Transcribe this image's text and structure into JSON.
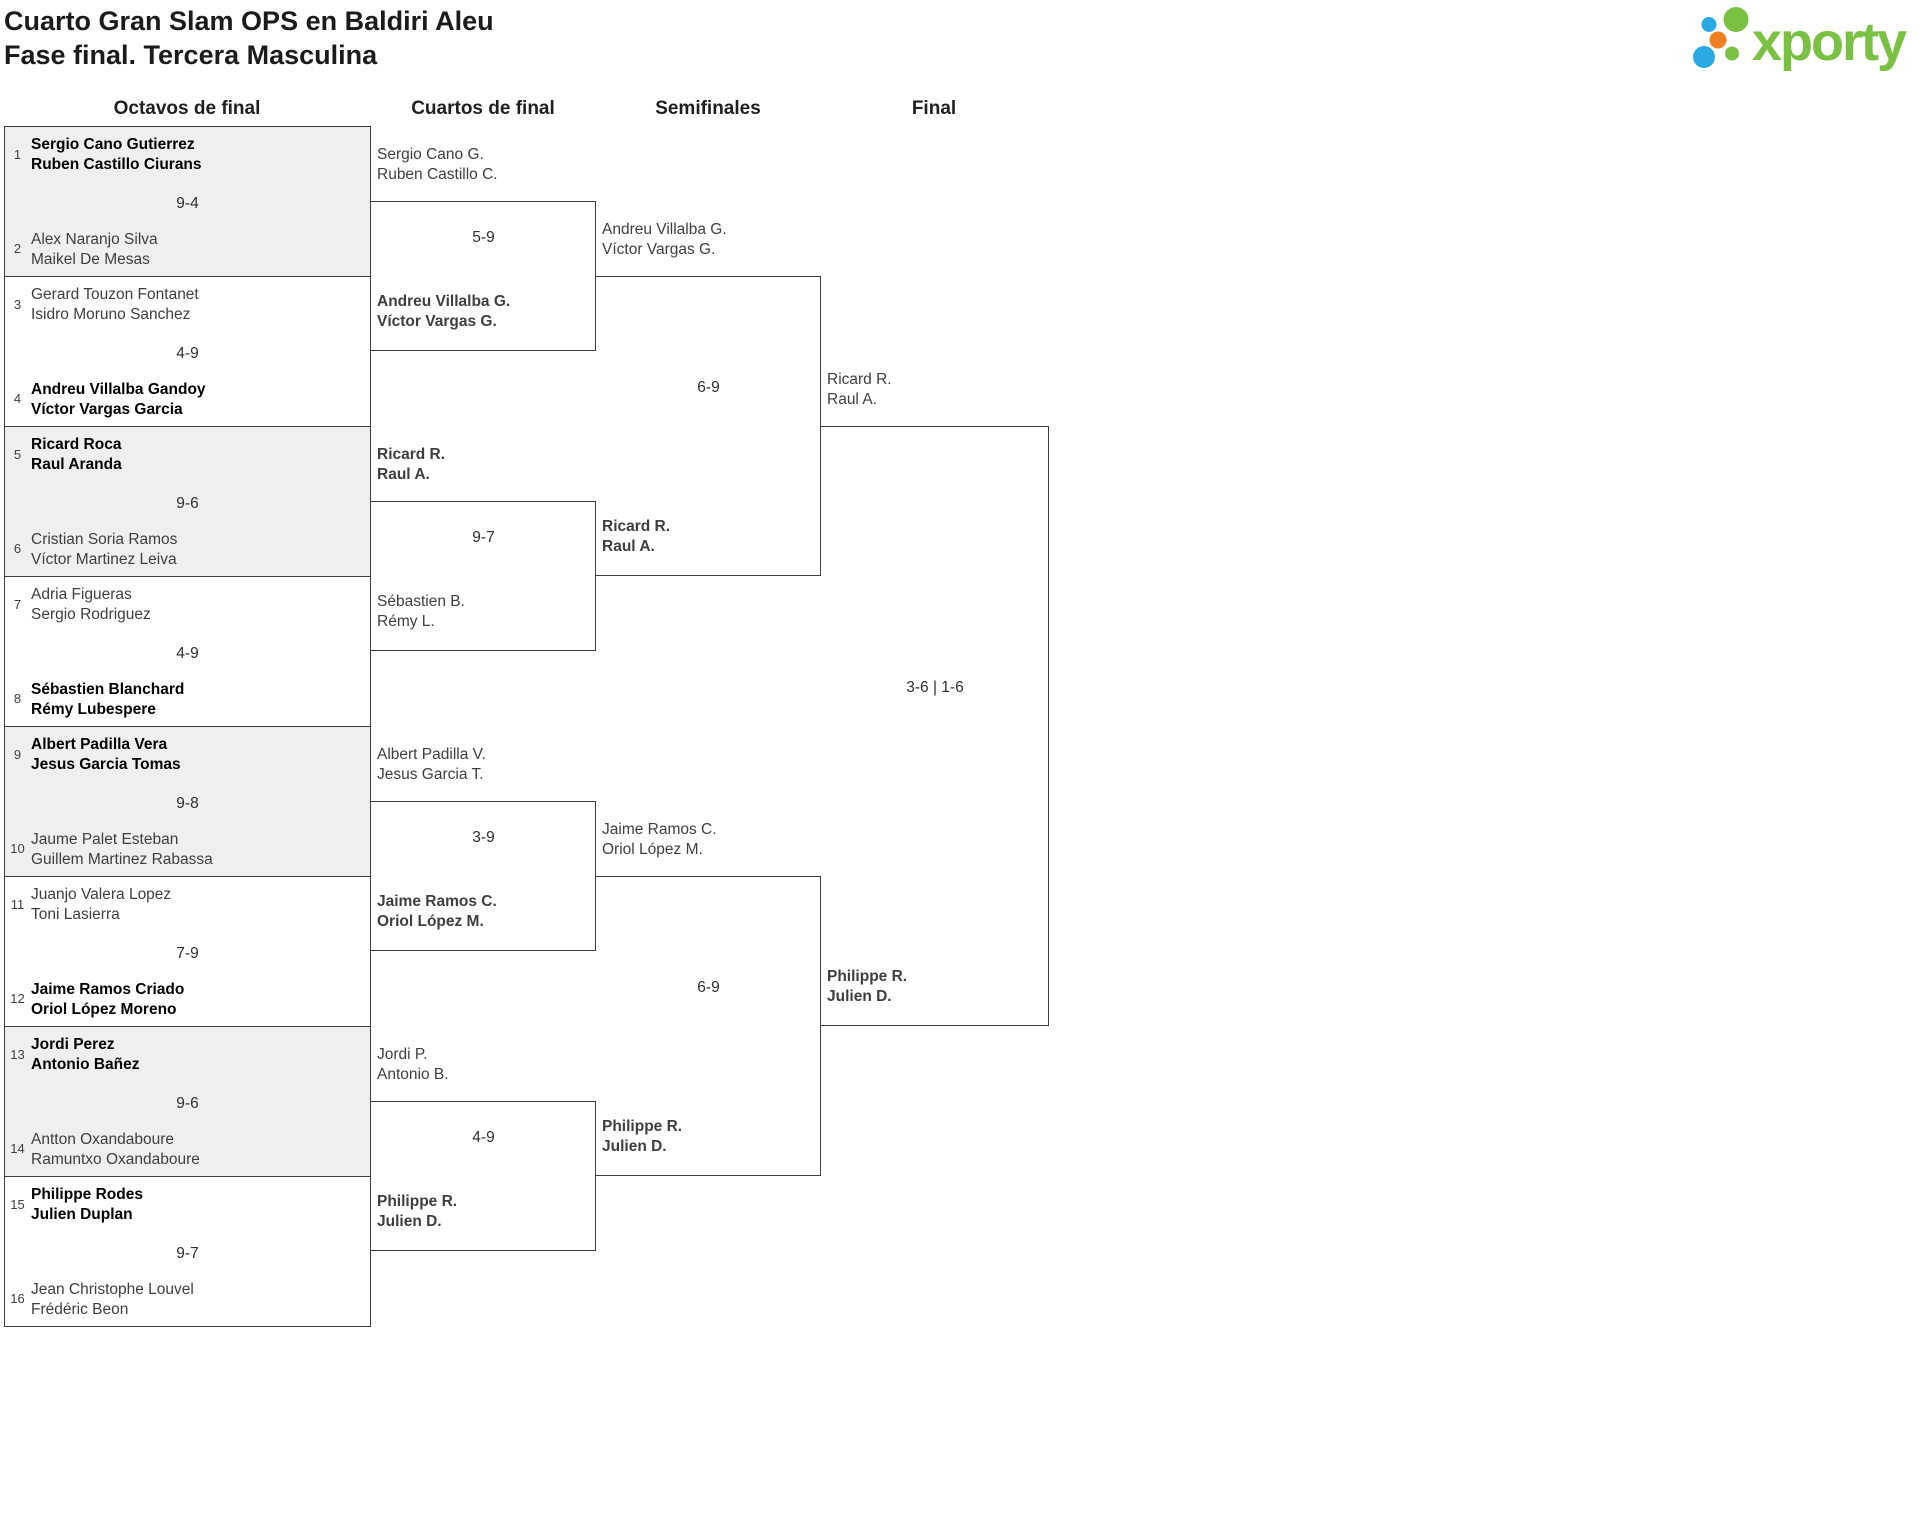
{
  "title": {
    "line1": "Cuarto Gran Slam OPS en Baldiri Aleu",
    "line2": "Fase final. Tercera Masculina"
  },
  "logo": {
    "text": "xporty",
    "colors": {
      "green": "#7AC143",
      "blue": "#29A9E1",
      "orange": "#EF8022"
    }
  },
  "round_headers": [
    "Octavos de final",
    "Cuartos de final",
    "Semifinales",
    "Final"
  ],
  "octavos": [
    {
      "seed_top": "1",
      "top1": "Sergio Cano Gutierrez",
      "top2": "Ruben Castillo Ciurans",
      "score": "9-4",
      "seed_bottom": "2",
      "bot1": "Alex Naranjo Silva",
      "bot2": "Maikel De Mesas",
      "winner": "top"
    },
    {
      "seed_top": "3",
      "top1": "Gerard Touzon Fontanet",
      "top2": "Isidro Moruno Sanchez",
      "score": "4-9",
      "seed_bottom": "4",
      "bot1": "Andreu Villalba Gandoy",
      "bot2": "Víctor Vargas Garcia",
      "winner": "bottom"
    },
    {
      "seed_top": "5",
      "top1": "Ricard Roca",
      "top2": "Raul Aranda",
      "score": "9-6",
      "seed_bottom": "6",
      "bot1": "Cristian Soria Ramos",
      "bot2": "Víctor Martinez Leiva",
      "winner": "top"
    },
    {
      "seed_top": "7",
      "top1": "Adria Figueras",
      "top2": "Sergio Rodriguez",
      "score": "4-9",
      "seed_bottom": "8",
      "bot1": "Sébastien Blanchard",
      "bot2": "Rémy Lubespere",
      "winner": "bottom"
    },
    {
      "seed_top": "9",
      "top1": "Albert Padilla Vera",
      "top2": "Jesus Garcia Tomas",
      "score": "9-8",
      "seed_bottom": "10",
      "bot1": "Jaume Palet Esteban",
      "bot2": "Guillem Martinez Rabassa",
      "winner": "top"
    },
    {
      "seed_top": "11",
      "top1": "Juanjo Valera Lopez",
      "top2": "Toni Lasierra",
      "score": "7-9",
      "seed_bottom": "12",
      "bot1": "Jaime Ramos Criado",
      "bot2": "Oriol López Moreno",
      "winner": "bottom"
    },
    {
      "seed_top": "13",
      "top1": "Jordi Perez",
      "top2": "Antonio Bañez",
      "score": "9-6",
      "seed_bottom": "14",
      "bot1": "Antton Oxandaboure",
      "bot2": "Ramuntxo Oxandaboure",
      "winner": "top"
    },
    {
      "seed_top": "15",
      "top1": "Philippe Rodes",
      "top2": "Julien Duplan",
      "score": "9-7",
      "seed_bottom": "16",
      "bot1": "Jean Christophe Louvel",
      "bot2": "Frédéric Beon",
      "winner": "top"
    }
  ],
  "cuartos": [
    {
      "top1": "Sergio Cano G.",
      "top2": "Ruben Castillo C.",
      "score": "5-9",
      "bot1": "Andreu Villalba G.",
      "bot2": "Víctor Vargas G.",
      "winner": "bottom"
    },
    {
      "top1": "Ricard R.",
      "top2": "Raul A.",
      "score": "9-7",
      "bot1": "Sébastien B.",
      "bot2": "Rémy L.",
      "winner": "top"
    },
    {
      "top1": "Albert Padilla V.",
      "top2": "Jesus Garcia T.",
      "score": "3-9",
      "bot1": "Jaime Ramos C.",
      "bot2": "Oriol López M.",
      "winner": "bottom"
    },
    {
      "top1": "Jordi P.",
      "top2": "Antonio B.",
      "score": "4-9",
      "bot1": "Philippe R.",
      "bot2": "Julien D.",
      "winner": "bottom"
    }
  ],
  "semifinales": [
    {
      "top1": "Andreu Villalba G.",
      "top2": "Víctor Vargas G.",
      "score": "6-9",
      "bot1": "Ricard R.",
      "bot2": "Raul A.",
      "winner": "bottom"
    },
    {
      "top1": "Jaime Ramos C.",
      "top2": "Oriol López M.",
      "score": "6-9",
      "bot1": "Philippe R.",
      "bot2": "Julien D.",
      "winner": "bottom"
    }
  ],
  "final": {
    "top1": "Ricard R.",
    "top2": "Raul A.",
    "score": "3-6 | 1-6",
    "bot1": "Philippe R.",
    "bot2": "Julien D.",
    "winner": "bottom"
  }
}
